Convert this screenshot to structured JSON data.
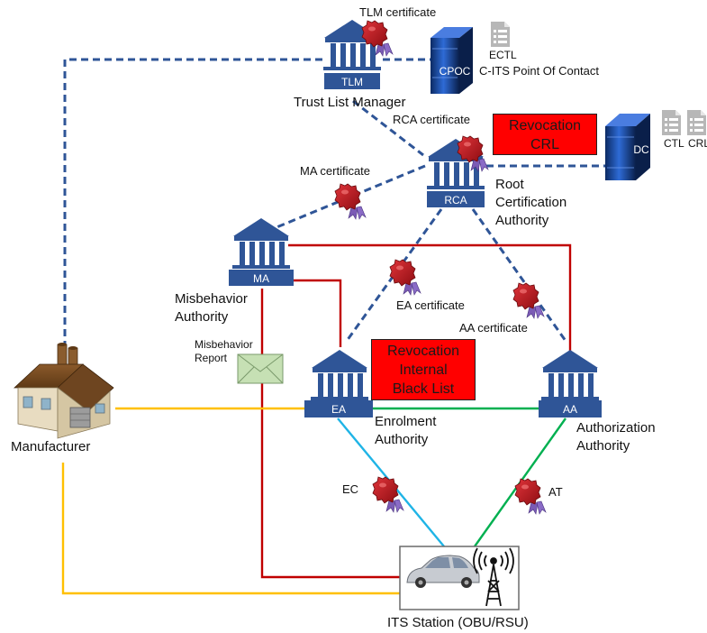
{
  "nodes": {
    "tlm": {
      "badge": "TLM",
      "label": "Trust List Manager"
    },
    "cpoc": {
      "badge": "CPOC",
      "label": "C-ITS Point Of Contact"
    },
    "rca": {
      "badge": "RCA",
      "label_lines": [
        "Root",
        "Certification",
        "Authority"
      ]
    },
    "dc": {
      "badge": "DC"
    },
    "ma": {
      "badge": "MA",
      "label_lines": [
        "Misbehavior",
        "Authority"
      ]
    },
    "ea": {
      "badge": "EA",
      "label_lines": [
        "Enrolment",
        "Authority"
      ]
    },
    "aa": {
      "badge": "AA",
      "label_lines": [
        "Authorization",
        "Authority"
      ]
    },
    "manufacturer": {
      "label": "Manufacturer"
    },
    "its": {
      "label": "ITS Station (OBU/RSU)"
    }
  },
  "documents": {
    "ectl": "ECTL",
    "ctl": "CTL",
    "crl": "CRL"
  },
  "certificates": {
    "tlm": "TLM certificate",
    "rca": "RCA certificate",
    "ma": "MA certificate",
    "ea": "EA certificate",
    "aa": "AA certificate",
    "ec": "EC",
    "at": "AT"
  },
  "revocation_crl": [
    "Revocation",
    "CRL"
  ],
  "revocation_internal": [
    "Revocation",
    "Internal",
    "Black List"
  ],
  "misbehavior_report": [
    "Misbehavior",
    "Report"
  ],
  "colors": {
    "navy": "#2f5597",
    "red_line": "#c00000",
    "orange_line": "#ffc000",
    "green_line": "#00b050",
    "cyan_line": "#1fb4e6",
    "revocation_box": "#ff0000",
    "seal": "#c0171d"
  }
}
